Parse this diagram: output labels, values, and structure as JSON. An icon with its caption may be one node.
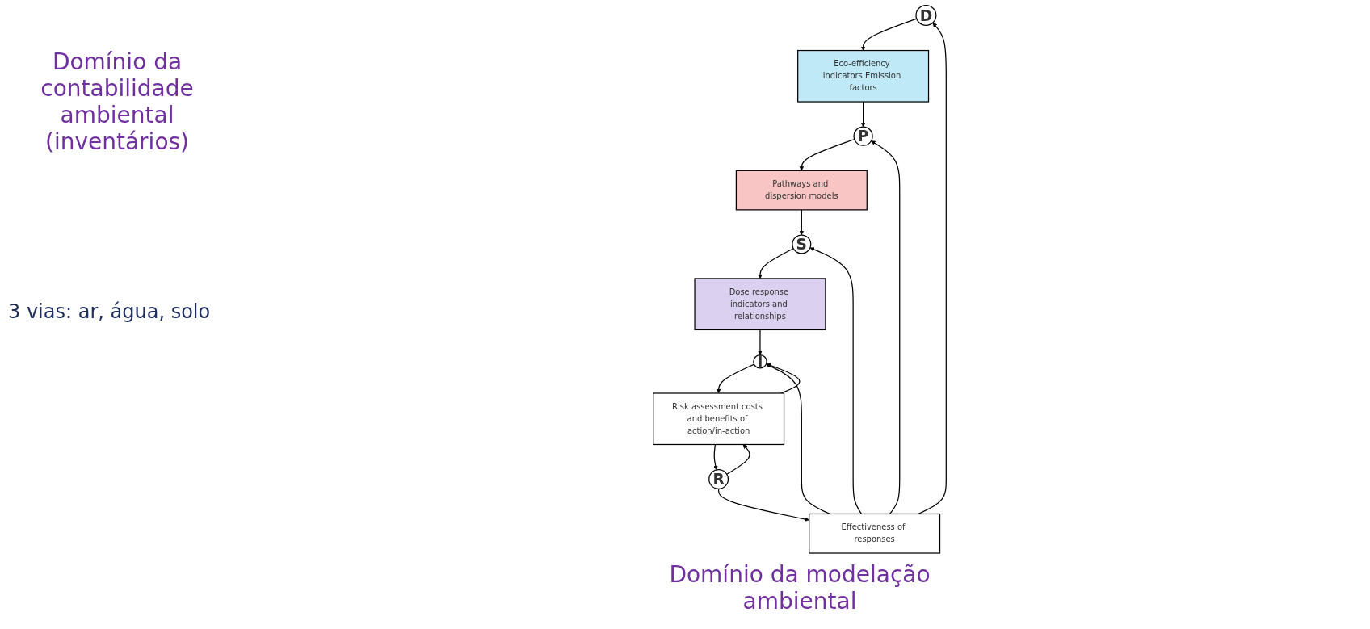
{
  "diagram": {
    "nodes": [
      {
        "text": [
          "D"
        ]
      },
      {
        "text": [
          "Effectiveness of responses"
        ]
      },
      {
        "text": [
          "R"
        ]
      },
      {
        "text": [
          "Eco-efficiency indicators Emission factors"
        ]
      },
      {
        "text": [
          "Risk assessment costs and benefits of action/in-action"
        ]
      },
      {
        "text": [
          "P"
        ]
      },
      {
        "text": [
          "I"
        ]
      },
      {
        "text": [
          "Pathways and dispersion models"
        ]
      },
      {
        "text": [
          "S"
        ]
      },
      {
        "text": [
          "Dose response indicators and relationships"
        ]
      }
    ],
    "edges": [
      {
        "from": 1,
        "to": 0,
        "arrow": "to"
      },
      {
        "from": 2,
        "to": 1,
        "arrow": "to"
      },
      {
        "from": 0,
        "to": 3,
        "arrow": "to"
      },
      {
        "from": 1,
        "to": 5,
        "arrow": "to"
      },
      {
        "from": 1,
        "to": 8,
        "arrow": "to"
      },
      {
        "from": 1,
        "to": 6,
        "arrow": "to"
      },
      {
        "from": 2,
        "to": 4,
        "arrow": "to"
      },
      {
        "from": 4,
        "to": 2,
        "arrow": "to"
      },
      {
        "from": 3,
        "to": 5,
        "arrow": "to"
      },
      {
        "from": 4,
        "to": 6,
        "arrow": "to"
      },
      {
        "from": 6,
        "to": 4,
        "arrow": "to"
      },
      {
        "from": 5,
        "to": 7,
        "arrow": "to"
      },
      {
        "from": 7,
        "to": 8,
        "arrow": "to"
      },
      {
        "from": 8,
        "to": 9,
        "arrow": "to"
      },
      {
        "from": 9,
        "to": 6,
        "arrow": "to"
      }
    ],
    "labels": [
      "Domínio da contabilidade ambiental (inventários)",
      "3 vias: ar, água, solo",
      "Domínio da modelação ambiental"
    ]
  }
}
